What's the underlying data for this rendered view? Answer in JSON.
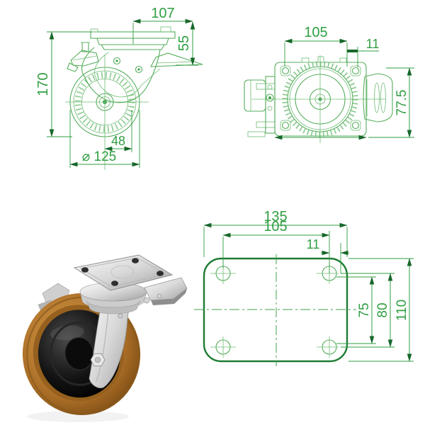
{
  "page": {
    "background": "#ffffff"
  },
  "drawing_colors": {
    "dimension_green": "#2f9e41",
    "line_green": "#56ae5c",
    "outline_green": "#1e7c33",
    "arrow_green": "#17672a",
    "hatch_green": "#85c789"
  },
  "photo_colors": {
    "tread_tan": "#c08437",
    "hub_black": "#141414",
    "metal_chrome": "#d8d8d8"
  },
  "side_view": {
    "dim_plate_length": "107",
    "dim_swivel_offset_height": "55",
    "dim_overall_height": "170",
    "dim_hub_width": "48",
    "dim_wheel_diameter": "⌀ 125"
  },
  "front_view": {
    "dim_bolt_hole_spacing": "105",
    "dim_slot_length": "11",
    "dim_overall_width": "77.5"
  },
  "plate_view": {
    "dim_plate_length": "135",
    "dim_bolt_spacing_long": "105",
    "dim_slot_length": "11",
    "dim_bolt_spacing_short": "75",
    "dim_slot_spacing": "80",
    "dim_plate_width": "110"
  }
}
